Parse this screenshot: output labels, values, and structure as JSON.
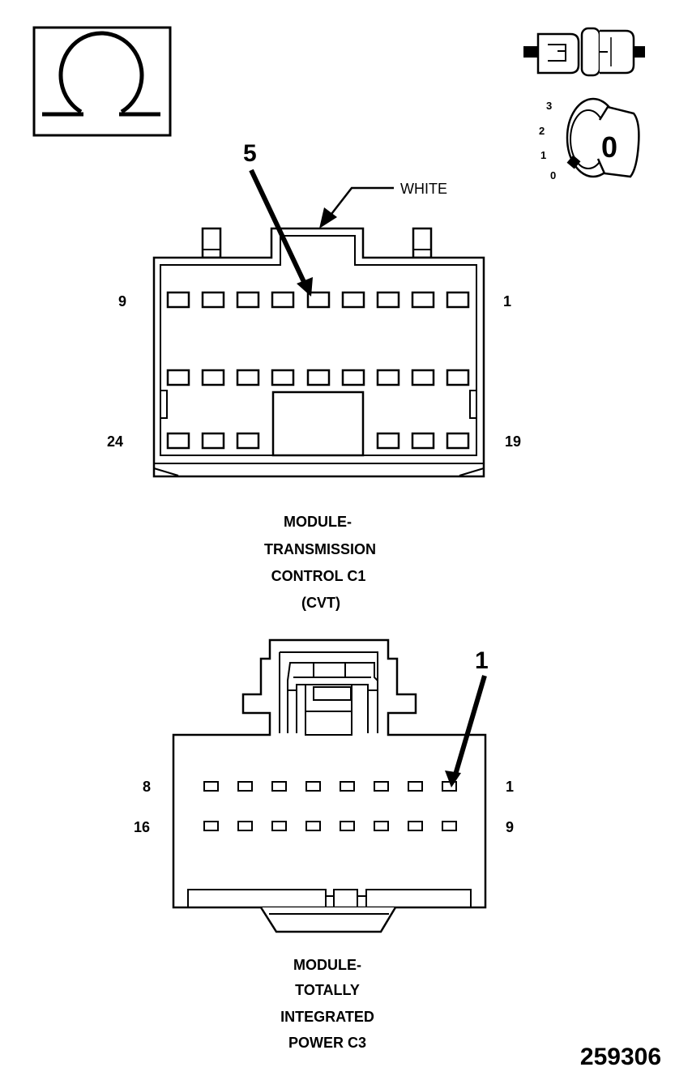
{
  "connector_c1": {
    "pin_labels": {
      "top_left": "9",
      "top_right": "1",
      "bottom_left": "24",
      "bottom_right": "19"
    },
    "callout": "5",
    "color_label": "WHITE",
    "caption": [
      "MODULE-",
      "TRANSMISSION",
      "CONTROL C1",
      "(CVT)"
    ]
  },
  "connector_c3": {
    "pin_labels": {
      "top_left": "8",
      "top_right": "1",
      "bottom_left": "16",
      "bottom_right": "9"
    },
    "callout": "1",
    "caption": [
      "MODULE-",
      "TOTALLY",
      "INTEGRATED",
      "POWER C3"
    ]
  },
  "ignition_switch": {
    "positions": [
      "3",
      "2",
      "1",
      "0"
    ],
    "key_label": "0"
  },
  "figure_number": "259306",
  "icons": [
    "ohmmeter-icon",
    "connector-disconnected-icon",
    "ignition-key-icon"
  ]
}
